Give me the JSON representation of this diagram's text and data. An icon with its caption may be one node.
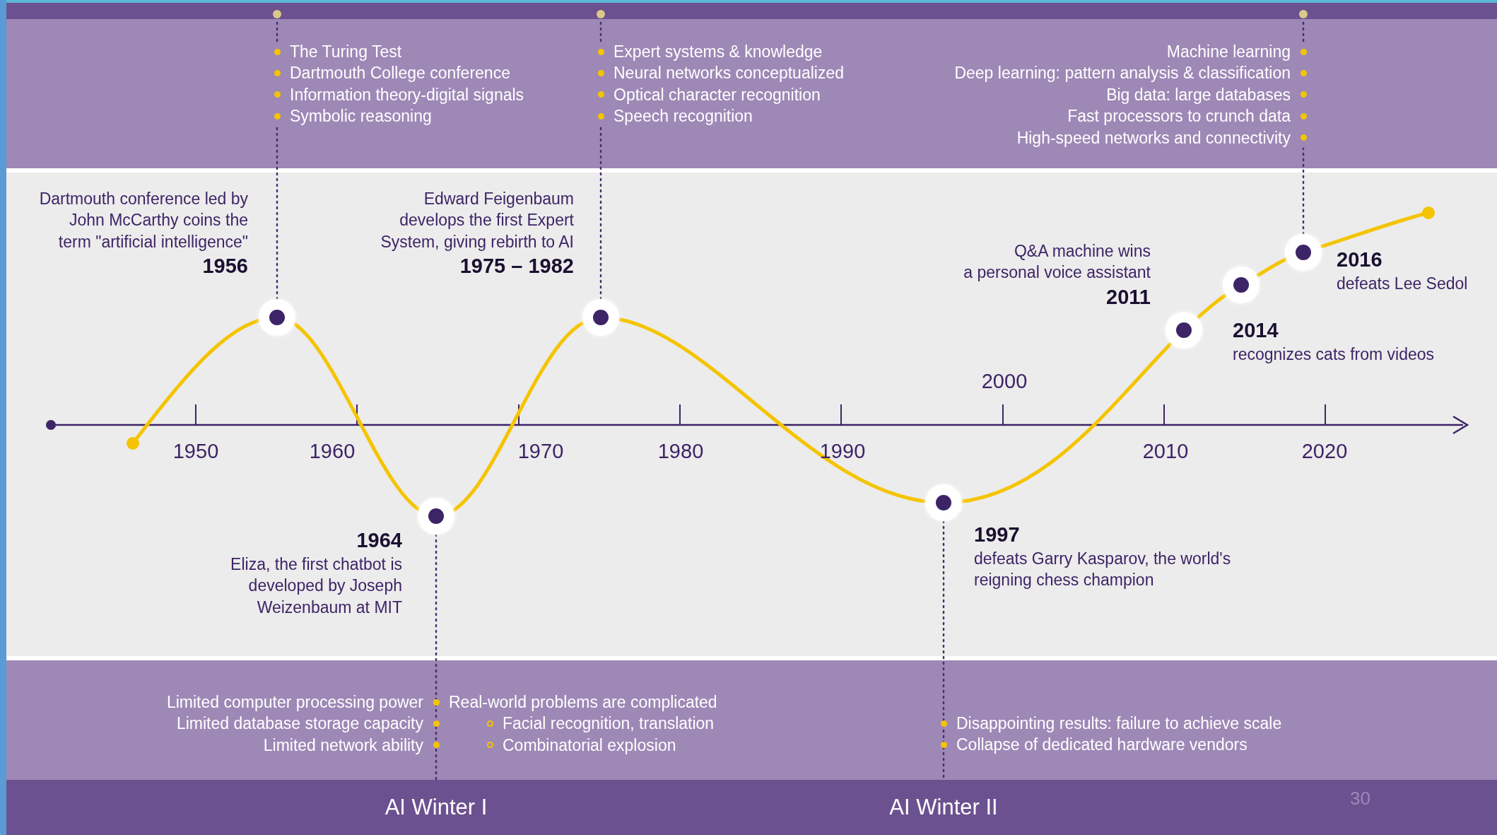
{
  "diagram": {
    "nodes": [
      {
        "text": [
          "The Turing Test",
          "Dartmouth College conference",
          "Information theory-digital signals",
          "Symbolic reasoning"
        ]
      },
      {
        "text": [
          "Expert systems & knowledge",
          "Neural networks conceptualized",
          "Optical character recognition",
          "Speech recognition"
        ]
      },
      {
        "text": [
          "Machine learning",
          "Deep learning: pattern analysis & classification",
          "Big data: large databases",
          "Fast processors to crunch data",
          "High-speed networks and connectivity"
        ]
      },
      {
        "text": [],
        "shape": "circle",
        "beside": [
          "Dartmouth conference led by John McCarthy coins the term \"artificial intelligence\"",
          "1956"
        ]
      },
      {
        "text": [],
        "shape": "circle",
        "beside": [
          "1964",
          "Eliza, the first chatbot is developed by Joseph Weizenbaum at MIT"
        ]
      },
      {
        "text": [],
        "shape": "circle",
        "beside": [
          "Edward Feigenbaum develops the first Expert System, giving rebirth to AI",
          "1975 – 1982"
        ]
      },
      {
        "text": [],
        "shape": "circle",
        "beside": [
          "1997",
          "defeats Garry Kasparov, the world's reigning chess champion"
        ]
      },
      {
        "text": [],
        "shape": "circle",
        "beside": [
          "Q&A machine wins",
          "a personal voice assistant",
          "2011"
        ]
      },
      {
        "text": [],
        "shape": "circle",
        "beside": [
          "2014",
          "recognizes cats from videos"
        ]
      },
      {
        "text": [],
        "shape": "circle",
        "beside": [
          "2016",
          "defeats Lee Sedol"
        ]
      },
      {
        "text": [
          "Limited computer processing power",
          "Limited database storage capacity",
          "Limited network ability"
        ]
      },
      {
        "text": [
          "Real-world problems are complicated",
          "Facial recognition, translation",
          "Combinatorial explosion"
        ]
      },
      {
        "text": [
          "Disappointing results: failure to achieve scale",
          "Collapse of dedicated hardware vendors"
        ]
      },
      {
        "text": [
          "AI Winter I"
        ]
      },
      {
        "text": [
          "AI Winter II"
        ]
      },
      {
        "text": [],
        "shape": "circle"
      },
      {
        "text": [],
        "shape": "circle"
      },
      {
        "text": [],
        "shape": "circle"
      }
    ],
    "edges": [
      {
        "from": 3,
        "to": 0,
        "arrow": "none",
        "style": "dashed"
      },
      {
        "from": 5,
        "to": 1,
        "arrow": "none",
        "style": "dashed"
      },
      {
        "from": 9,
        "to": 2,
        "arrow": "none",
        "style": "dashed"
      },
      {
        "from": 4,
        "to": 13,
        "arrow": "none",
        "style": "dashed"
      },
      {
        "from": 6,
        "to": 14,
        "arrow": "none",
        "style": "dashed"
      },
      {
        "from": 0,
        "to": 15,
        "arrow": "none",
        "style": "dashed"
      },
      {
        "from": 1,
        "to": 16,
        "arrow": "none",
        "style": "dashed"
      },
      {
        "from": 2,
        "to": 17,
        "arrow": "none",
        "style": "dashed"
      }
    ],
    "labels": [
      "2000",
      "1950",
      "1960",
      "1970",
      "1980",
      "1990",
      "2010",
      "2020",
      "30"
    ]
  }
}
